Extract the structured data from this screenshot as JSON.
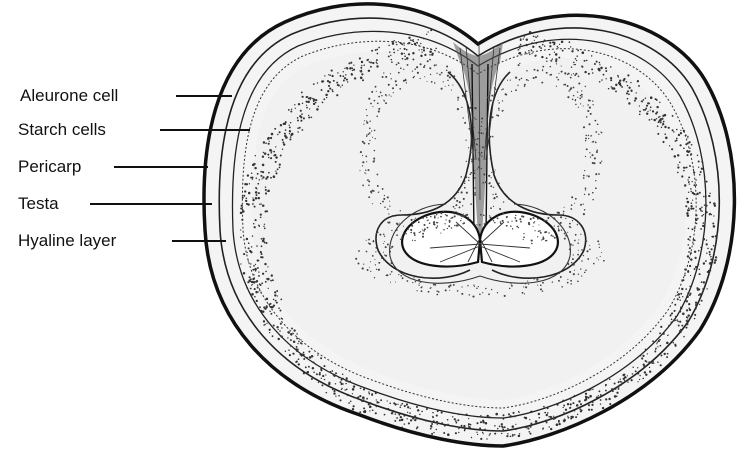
{
  "diagram": {
    "labels": [
      {
        "id": "aleurone",
        "text": "Aleurone cell"
      },
      {
        "id": "starch",
        "text": "Starch cells"
      },
      {
        "id": "pericarp",
        "text": "Pericarp"
      },
      {
        "id": "testa",
        "text": "Testa"
      },
      {
        "id": "hyaline",
        "text": "Hyaline layer"
      }
    ],
    "colors": {
      "ink": "#111111",
      "endosperm": "#f1f1f1",
      "aleurone_dots": "#333333"
    }
  }
}
